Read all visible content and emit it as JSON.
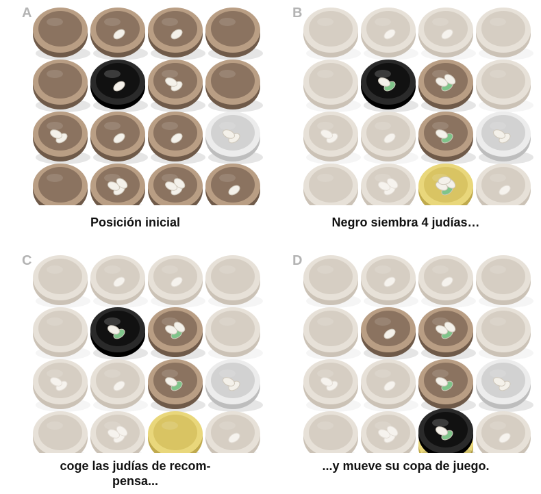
{
  "colors": {
    "bowl_brown": "#b99e84",
    "bowl_black": "#2a2a2a",
    "bowl_white": "#ececec",
    "bowl_yellow": "#e9d77b",
    "bean_white": "#f4f1ea",
    "bean_green": "#7fc48a",
    "panel_letter": "#b3b3b3"
  },
  "panels": [
    {
      "letter": "A",
      "caption_lines": [
        "Posición inicial"
      ],
      "cells": [
        [
          {
            "type": "brown",
            "beans": 0
          },
          {
            "type": "brown",
            "beans": 1
          },
          {
            "type": "brown",
            "beans": 1
          },
          {
            "type": "brown",
            "beans": 0
          }
        ],
        [
          {
            "type": "brown",
            "beans": 0
          },
          {
            "type": "black",
            "beans": 1
          },
          {
            "type": "brown",
            "beans": 2
          },
          {
            "type": "brown",
            "beans": 0
          }
        ],
        [
          {
            "type": "brown",
            "beans": 2
          },
          {
            "type": "brown",
            "beans": 1
          },
          {
            "type": "brown",
            "beans": 1
          },
          {
            "type": "white",
            "beans": 2
          }
        ],
        [
          {
            "type": "brown",
            "beans": 0
          },
          {
            "type": "brown",
            "beans": 3
          },
          {
            "type": "brown",
            "beans": 3
          },
          {
            "type": "brown",
            "beans": 1
          }
        ]
      ]
    },
    {
      "letter": "B",
      "caption_lines": [
        "Negro siembra 4 judías…"
      ],
      "cells": [
        [
          {
            "type": "faded",
            "beans": 0
          },
          {
            "type": "faded",
            "beans": 1
          },
          {
            "type": "faded",
            "beans": 1
          },
          {
            "type": "faded",
            "beans": 0
          }
        ],
        [
          {
            "type": "faded",
            "beans": 0
          },
          {
            "type": "black",
            "beans": 1,
            "green": 1
          },
          {
            "type": "brown",
            "beans": 2,
            "green": 1
          },
          {
            "type": "faded",
            "beans": 0
          }
        ],
        [
          {
            "type": "faded",
            "beans": 2
          },
          {
            "type": "faded",
            "beans": 1
          },
          {
            "type": "brown",
            "beans": 1,
            "green": 1
          },
          {
            "type": "white",
            "beans": 2
          }
        ],
        [
          {
            "type": "faded",
            "beans": 0
          },
          {
            "type": "faded",
            "beans": 3
          },
          {
            "type": "yellow",
            "beans": 3,
            "green": 1
          },
          {
            "type": "faded",
            "beans": 1
          }
        ]
      ]
    },
    {
      "letter": "C",
      "caption_lines": [
        "coge las judías de recom-",
        "pensa..."
      ],
      "cells": [
        [
          {
            "type": "faded",
            "beans": 0
          },
          {
            "type": "faded",
            "beans": 1
          },
          {
            "type": "faded",
            "beans": 1
          },
          {
            "type": "faded",
            "beans": 0
          }
        ],
        [
          {
            "type": "faded",
            "beans": 0
          },
          {
            "type": "black",
            "beans": 1,
            "green": 1
          },
          {
            "type": "brown",
            "beans": 2,
            "green": 1
          },
          {
            "type": "faded",
            "beans": 0
          }
        ],
        [
          {
            "type": "faded",
            "beans": 2
          },
          {
            "type": "faded",
            "beans": 1
          },
          {
            "type": "brown",
            "beans": 1,
            "green": 1
          },
          {
            "type": "white",
            "beans": 2
          }
        ],
        [
          {
            "type": "faded",
            "beans": 0
          },
          {
            "type": "faded",
            "beans": 3
          },
          {
            "type": "yellow",
            "beans": 0
          },
          {
            "type": "faded",
            "beans": 1
          }
        ]
      ]
    },
    {
      "letter": "D",
      "caption_lines": [
        "...y mueve su copa de juego."
      ],
      "cells": [
        [
          {
            "type": "faded",
            "beans": 0
          },
          {
            "type": "faded",
            "beans": 1
          },
          {
            "type": "faded",
            "beans": 1
          },
          {
            "type": "faded",
            "beans": 0
          }
        ],
        [
          {
            "type": "faded",
            "beans": 0
          },
          {
            "type": "brown",
            "beans": 1
          },
          {
            "type": "brown",
            "beans": 2,
            "green": 1
          },
          {
            "type": "faded",
            "beans": 0
          }
        ],
        [
          {
            "type": "faded",
            "beans": 2
          },
          {
            "type": "faded",
            "beans": 1
          },
          {
            "type": "brown",
            "beans": 1,
            "green": 1
          },
          {
            "type": "white",
            "beans": 2
          }
        ],
        [
          {
            "type": "faded",
            "beans": 0
          },
          {
            "type": "faded",
            "beans": 3
          },
          {
            "type": "black-on-yellow",
            "beans": 1,
            "green": 1
          },
          {
            "type": "faded",
            "beans": 1
          }
        ]
      ]
    }
  ]
}
